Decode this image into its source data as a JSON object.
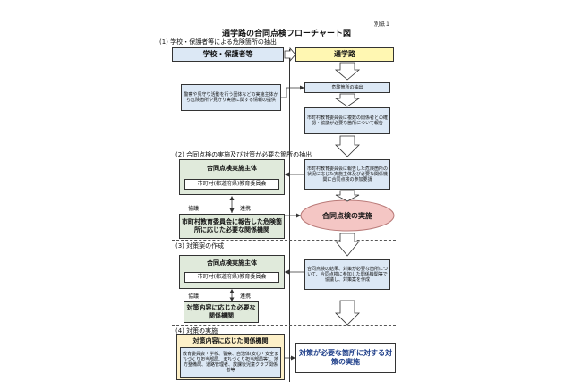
{
  "header": {
    "title": "通学路の合同点検フローチャート図",
    "appendix_label": "別紙１"
  },
  "sections": {
    "s1": "(1) 学校・保護者等による危険箇所の抽出",
    "s2": "(2) 合同点検の実施及び対策が必要な箇所の抽出",
    "s3": "(3) 対策案の作成",
    "s4": "(4) 対策の実施"
  },
  "left": {
    "school_parents": "学校・保護者等",
    "watch_groups": "警察や見守り活動を行う団体などの実施主体から危険箇所や見守り実態に関する情報の提供",
    "joint_body": "合同点検実施主体",
    "board": "市町村(都道府県)教育委員会",
    "kyogi": "協議",
    "renkei": "連携",
    "reported_orgs": "市町村教育委員会に報告した危険箇所に応じた必要な関係機関",
    "joint_body_3": "合同点検実施主体",
    "board_3": "市町村(都道府県)教育委員会",
    "kyogi_3": "協議",
    "renkei_3": "連携",
    "orgs_3": "対策内容に応じた必要な関係機関",
    "orgs_4_header": "対策内容に応じた関係機関",
    "orgs_4_list": "教育委員会・学校、警察、自治体(安心・安全まちづくり担当部局、まちづくり担当部局等)、地方整備局、道路管理者、放課後児童クラブ関係者等"
  },
  "right": {
    "tsugakuro": "通学路",
    "danger_extract": "危険箇所の抽出",
    "report": "市町村教育委員会に複数の関係者との確認・協議が必要な箇所について報告",
    "request": "市町村教育委員会に報告した危険箇所の状況に応じた実施主体及び必要な関係機関に合同点検の参加要請",
    "joint_inspection": "合同点検の実施",
    "plan": "合同点検の結果、対策が必要な箇所について、合同点検に参加した関係機関等で協議し、対策案を作成",
    "implement": "対策が必要な箇所に対する対策の実施"
  },
  "colors": {
    "blue_box": "#dce8f5",
    "yellow_box": "#fff7b2",
    "green_box": "#e0eadb",
    "cream_box": "#fdf0c8",
    "inspection_fill": "#f4c6c4",
    "implement_text": "#1f3f8a"
  }
}
